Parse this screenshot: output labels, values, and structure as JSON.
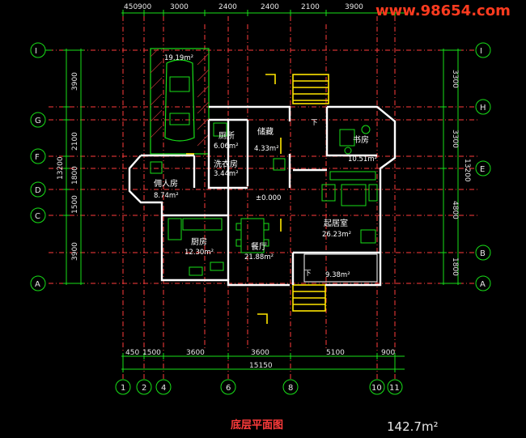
{
  "watermark": "www.98654.com",
  "title": "底层平面图",
  "total_area": "142.7m²",
  "dims_top": [
    "450",
    "900",
    "3000",
    "2400",
    "2400",
    "2100",
    "3900"
  ],
  "dims_bottom": [
    "450",
    "1500",
    "3600",
    "3600",
    "5100",
    "900"
  ],
  "dim_total": "15150",
  "dims_left": [
    "3900",
    "2100",
    "1800",
    "1500",
    "3900"
  ],
  "dim_left_total": "13200",
  "dims_right": [
    "3300",
    "3300",
    "4800",
    "1800"
  ],
  "dim_right_total": "13200",
  "axes_left": [
    "I",
    "G",
    "F",
    "D",
    "C",
    "A"
  ],
  "axes_right": [
    "I",
    "H",
    "E",
    "B",
    "A"
  ],
  "axes_bottom": [
    "1",
    "2",
    "4",
    "6",
    "8",
    "10",
    "11"
  ],
  "rooms": [
    {
      "name": "",
      "area": "19.19m²"
    },
    {
      "name": "厕所",
      "area": "6.06m²"
    },
    {
      "name": "储藏",
      "area": "4.33m²"
    },
    {
      "name": "书房",
      "area": "10.51m²"
    },
    {
      "name": "洗衣房",
      "area": "3.44m²"
    },
    {
      "name": "佣人房",
      "area": "8.74m²"
    },
    {
      "name": "起居室",
      "area": "26.23m²"
    },
    {
      "name": "厨房",
      "area": "12.30m²"
    },
    {
      "name": "餐厅",
      "area": "21.88m²"
    },
    {
      "name": "",
      "area": "9.38m²"
    }
  ],
  "level": "±0.000",
  "down_label": "下",
  "colors": {
    "grid": "#ff3b3b",
    "walls": "#ffffff",
    "dimensions": "#18e018",
    "stairs": "#ffe600",
    "watermark": "#ff3b1f"
  }
}
